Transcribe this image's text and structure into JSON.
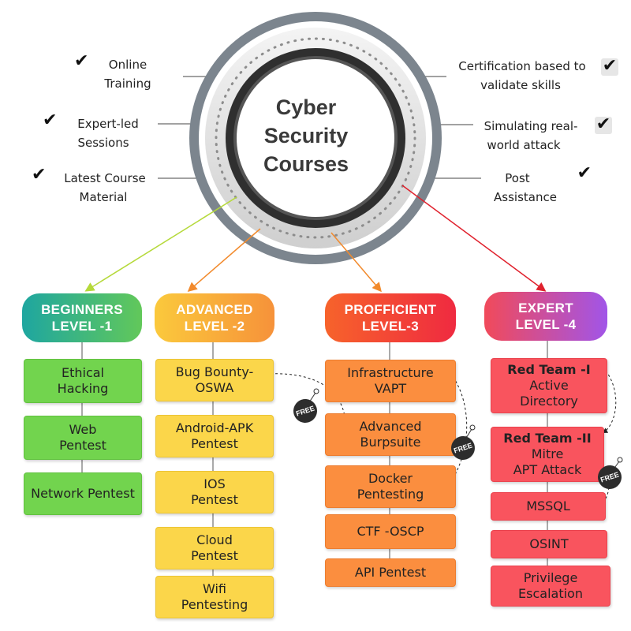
{
  "hub": {
    "title_lines": [
      "Cyber",
      "Security",
      "Courses"
    ]
  },
  "features_left": [
    {
      "lines": [
        "Online",
        "Training"
      ]
    },
    {
      "lines": [
        "Expert-led",
        "Sessions"
      ]
    },
    {
      "lines": [
        "Latest Course",
        "Material"
      ]
    }
  ],
  "features_right": [
    {
      "lines": [
        "Certification based to",
        "validate skills"
      ]
    },
    {
      "lines": [
        "Simulating  real-",
        "world attack"
      ]
    },
    {
      "lines": [
        "Post",
        "Assistance"
      ]
    }
  ],
  "check_glyph": "✔",
  "free_label": "FREE",
  "levels": [
    {
      "title_lines": [
        "BEGINNERS",
        "LEVEL -1"
      ],
      "courses": [
        {
          "lines": [
            "Ethical",
            "Hacking"
          ]
        },
        {
          "lines": [
            "Web",
            "Pentest"
          ]
        },
        {
          "lines": [
            "Network Pentest"
          ]
        }
      ]
    },
    {
      "title_lines": [
        "ADVANCED",
        "LEVEL -2"
      ],
      "courses": [
        {
          "lines": [
            "Bug Bounty-",
            "OSWA"
          ]
        },
        {
          "lines": [
            "Android-APK",
            "Pentest"
          ]
        },
        {
          "lines": [
            "IOS",
            "Pentest"
          ]
        },
        {
          "lines": [
            "Cloud",
            "Pentest"
          ]
        },
        {
          "lines": [
            "Wifi",
            "Pentesting"
          ]
        }
      ]
    },
    {
      "title_lines": [
        "PROFFICIENT",
        "LEVEL-3"
      ],
      "courses": [
        {
          "lines": [
            "Infrastructure",
            "VAPT"
          ]
        },
        {
          "lines": [
            "Advanced",
            "Burpsuite"
          ]
        },
        {
          "lines": [
            "Docker",
            "Pentesting"
          ]
        },
        {
          "lines": [
            "CTF -OSCP"
          ]
        },
        {
          "lines": [
            "API Pentest"
          ]
        }
      ]
    },
    {
      "title_lines": [
        "EXPERT",
        "LEVEL -4"
      ],
      "courses": [
        {
          "lines": [
            "Red Team -I",
            "Active",
            "Directory"
          ]
        },
        {
          "lines": [
            "Red Team -II",
            "Mitre",
            "APT Attack"
          ]
        },
        {
          "lines": [
            "MSSQL"
          ]
        },
        {
          "lines": [
            "OSINT"
          ]
        },
        {
          "lines": [
            "Privilege",
            "Escalation"
          ]
        }
      ]
    }
  ],
  "colors": {
    "beginner_grad": [
      "#1ea6a0",
      "#62c85a"
    ],
    "advanced_grad": [
      "#fbc93c",
      "#f6923a"
    ],
    "proficient_grad": [
      "#f7632b",
      "#ef2a40"
    ],
    "expert_grad": [
      "#f14a5a",
      "#a155e8"
    ],
    "green": "#72d44e",
    "yellow": "#fbd64a",
    "orange": "#fb8e3f",
    "red": "#f9545e"
  }
}
